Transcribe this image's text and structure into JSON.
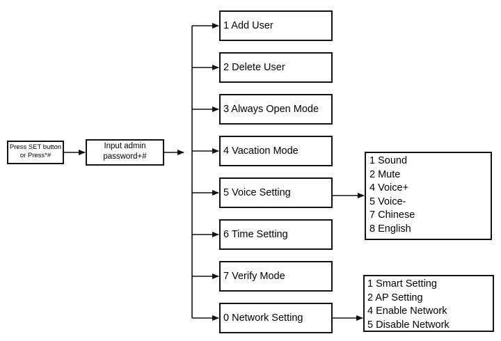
{
  "start": {
    "lines": [
      "Press SET button",
      "or Press*#"
    ]
  },
  "admin": {
    "lines": [
      "Input admin",
      "password+#"
    ]
  },
  "menu": [
    {
      "label": "1 Add User"
    },
    {
      "label": "2 Delete User"
    },
    {
      "label": "3 Always Open Mode"
    },
    {
      "label": "4 Vacation Mode"
    },
    {
      "label": "5 Voice Setting"
    },
    {
      "label": "6 Time Setting"
    },
    {
      "label": "7 Verify Mode"
    },
    {
      "label": "0 Network Setting"
    }
  ],
  "voice_submenu": [
    "1 Sound",
    "2 Mute",
    "4 Voice+",
    "5 Voice-",
    "7 Chinese",
    "8 English"
  ],
  "network_submenu": [
    "1 Smart Setting",
    "2 AP Setting",
    "4 Enable Network",
    "5 Disable Network"
  ]
}
